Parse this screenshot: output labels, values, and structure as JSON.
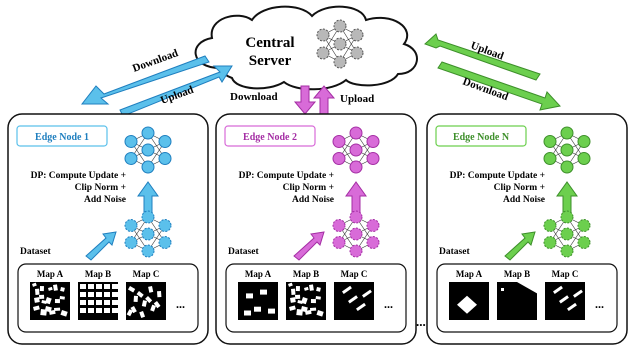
{
  "server": {
    "title_line1": "Central",
    "title_line2": "Server"
  },
  "links": {
    "download": "Download",
    "upload": "Upload"
  },
  "dp_text": {
    "line1": "DP: Compute Update +",
    "line2": "Clip Norm +",
    "line3": "Add Noise"
  },
  "dataset_label": "Dataset",
  "ellipsis": "...",
  "between_nodes_ellipsis": "...",
  "nodes": [
    {
      "id": "node-1",
      "title": "Edge Node 1",
      "color": "#5bc0eb",
      "dark": "#1f7fbf",
      "maps": [
        "Map A",
        "Map B",
        "Map C"
      ]
    },
    {
      "id": "node-2",
      "title": "Edge Node 2",
      "color": "#d86bd8",
      "dark": "#a42ea4",
      "maps": [
        "Map A",
        "Map B",
        "Map C"
      ]
    },
    {
      "id": "node-n",
      "title": "Edge Node N",
      "color": "#6ccf4e",
      "dark": "#3d8f2a",
      "maps": [
        "Map A",
        "Map B",
        "Map C"
      ]
    }
  ],
  "colors": {
    "server_node": "#b8b8b8",
    "server_node_stroke": "#555555",
    "outline": "#222222",
    "map_bg": "#000000",
    "map_fg": "#ffffff"
  }
}
